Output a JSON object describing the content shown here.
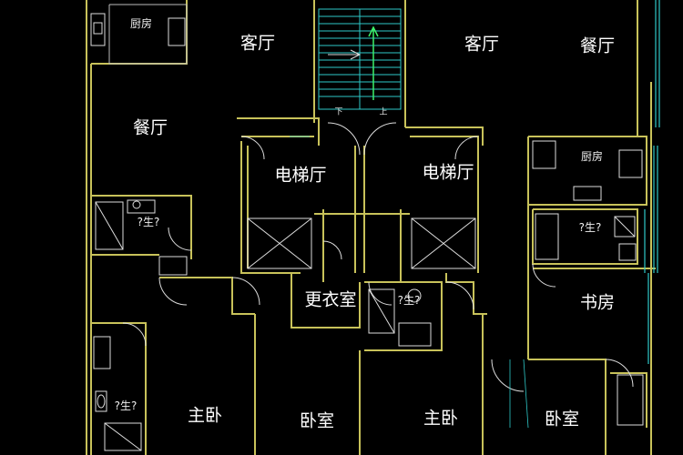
{
  "colors": {
    "background": "#000000",
    "wall": "#c8c25a",
    "fixture": "#dcdcdc",
    "stair": "#2ec8c8",
    "label": "#ffffff"
  },
  "rooms": {
    "kitchen_left": "厨房",
    "living_left": "客厅",
    "dining_left": "餐厅",
    "bath_left": "?生?",
    "elevator_hall_left": "电梯厅",
    "master_bedroom_left": "主卧",
    "bedroom_left": "卧室",
    "bath_left_lower": "?生?",
    "dressing_room": "更衣室",
    "bath_center": "?生?",
    "living_right": "客厅",
    "dining_right": "餐厅",
    "kitchen_right": "厨房",
    "elevator_hall_right": "电梯厅",
    "bath_right": "?生?",
    "study": "书房",
    "master_bedroom_right": "主卧",
    "bedroom_right": "卧室"
  },
  "stair_marks": {
    "down": "下",
    "up": "上"
  }
}
